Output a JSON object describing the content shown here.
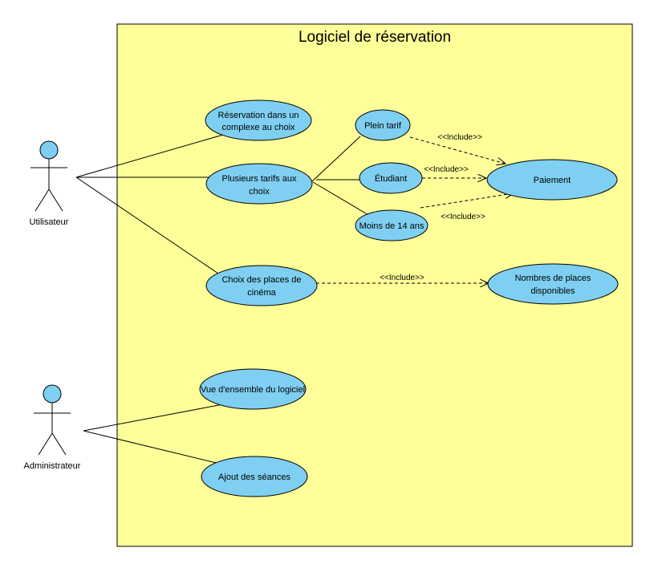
{
  "colors": {
    "system_fill": "#FFFF99",
    "usecase_fill": "#7FCFF2",
    "actor_head_fill": "#7FCFF2",
    "stroke": "#000000"
  },
  "system": {
    "title": "Logiciel de réservation"
  },
  "actors": {
    "user": {
      "label": "Utilisateur"
    },
    "admin": {
      "label": "Administrateur"
    }
  },
  "usecases": {
    "reservation": {
      "line1": "Réservation dans un",
      "line2": "complexe au choix"
    },
    "tarifs": {
      "line1": "Plusieurs tarifs aux",
      "line2": "choix"
    },
    "choix_places": {
      "line1": "Choix des places de",
      "line2": "cinéma"
    },
    "plein_tarif": {
      "line1": "Plein tarif"
    },
    "etudiant": {
      "line1": "Étudiant"
    },
    "moins14": {
      "line1": "Moins de 14 ans"
    },
    "paiement": {
      "line1": "Paiement"
    },
    "nombres_places": {
      "line1": "Nombres de places",
      "line2": "disponibles"
    },
    "vue_ensemble": {
      "line1": "Vue d'ensemble du logiciel"
    },
    "ajout_seances": {
      "line1": "Ajout des séances"
    }
  },
  "includes": {
    "plein_paiement": "<<Include>>",
    "etudiant_paiement": "<<Include>>",
    "moins14_paiement": "<<Include>>",
    "places_nombres": "<<Include>>"
  }
}
